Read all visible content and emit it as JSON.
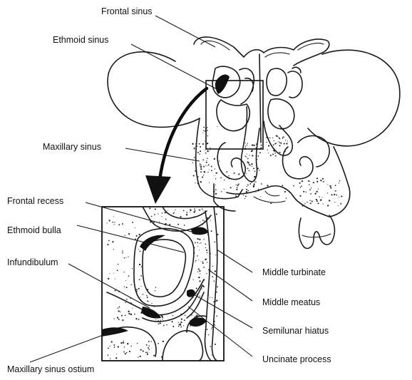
{
  "labels": {
    "frontal_sinus": "Frontal sinus",
    "ethmoid_sinus": "Ethmoid sinus",
    "maxillary_sinus": "Maxillary sinus",
    "frontal_recess": "Frontal recess",
    "ethmoid_bulla": "Ethmoid bulla",
    "infundibulum": "Infundibulum",
    "maxillary_sinus_ostium": "Maxillary sinus ostium",
    "middle_turbinate": "Middle turbinate",
    "middle_meatus": "Middle meatus",
    "semilunar_hiatus": "Semilunar hiatus",
    "uncinate_process": "Uncinate process"
  }
}
